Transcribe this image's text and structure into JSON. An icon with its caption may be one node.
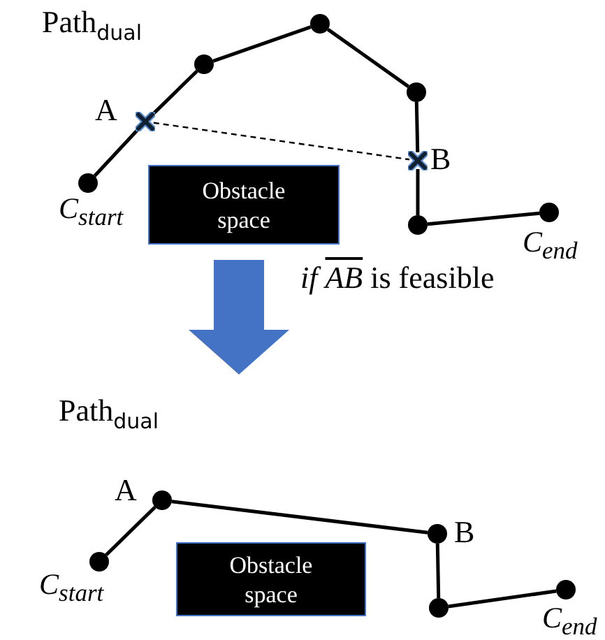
{
  "diagram": {
    "nodes": [
      {
        "text": [],
        "shape": "circle",
        "beside": [
          "C$_{start}$"
        ]
      },
      {
        "text": [],
        "shape": "cross",
        "beside": [
          "A"
        ]
      },
      {
        "text": [],
        "shape": "circle"
      },
      {
        "text": [],
        "shape": "circle"
      },
      {
        "text": [],
        "shape": "circle"
      },
      {
        "text": [],
        "shape": "cross",
        "beside": [
          "B"
        ]
      },
      {
        "text": [],
        "shape": "circle"
      },
      {
        "text": [],
        "shape": "circle",
        "beside": [
          "C$_{end}$"
        ]
      },
      {
        "text": [
          "Obstacle space"
        ]
      },
      {
        "text": [],
        "shape": "circle",
        "beside": [
          "C$_{start}$"
        ]
      },
      {
        "text": [],
        "shape": "circle",
        "beside": [
          "A"
        ]
      },
      {
        "text": [],
        "shape": "circle",
        "beside": [
          "B"
        ]
      },
      {
        "text": [],
        "shape": "circle"
      },
      {
        "text": [],
        "shape": "circle",
        "beside": [
          "C$_{end}$"
        ]
      },
      {
        "text": [
          "Obstacle space"
        ]
      }
    ],
    "edges": [
      {
        "from": 0,
        "to": 1,
        "arrow": "none"
      },
      {
        "from": 1,
        "to": 2,
        "arrow": "none"
      },
      {
        "from": 2,
        "to": 3,
        "arrow": "none"
      },
      {
        "from": 3,
        "to": 4,
        "arrow": "none"
      },
      {
        "from": 4,
        "to": 5,
        "arrow": "none"
      },
      {
        "from": 5,
        "to": 6,
        "arrow": "none"
      },
      {
        "from": 6,
        "to": 7,
        "arrow": "none"
      },
      {
        "from": 1,
        "to": 5,
        "arrow": "none",
        "style": "dashed"
      },
      {
        "from": 9,
        "to": 10,
        "arrow": "none"
      },
      {
        "from": 10,
        "to": 11,
        "arrow": "none"
      },
      {
        "from": 11,
        "to": 12,
        "arrow": "none"
      },
      {
        "from": 12,
        "to": 13,
        "arrow": "none"
      }
    ],
    "labels": [
      "Path$_{dual}$",
      "*if* *AB* is feasible",
      "Path$_{dual}$"
    ]
  }
}
